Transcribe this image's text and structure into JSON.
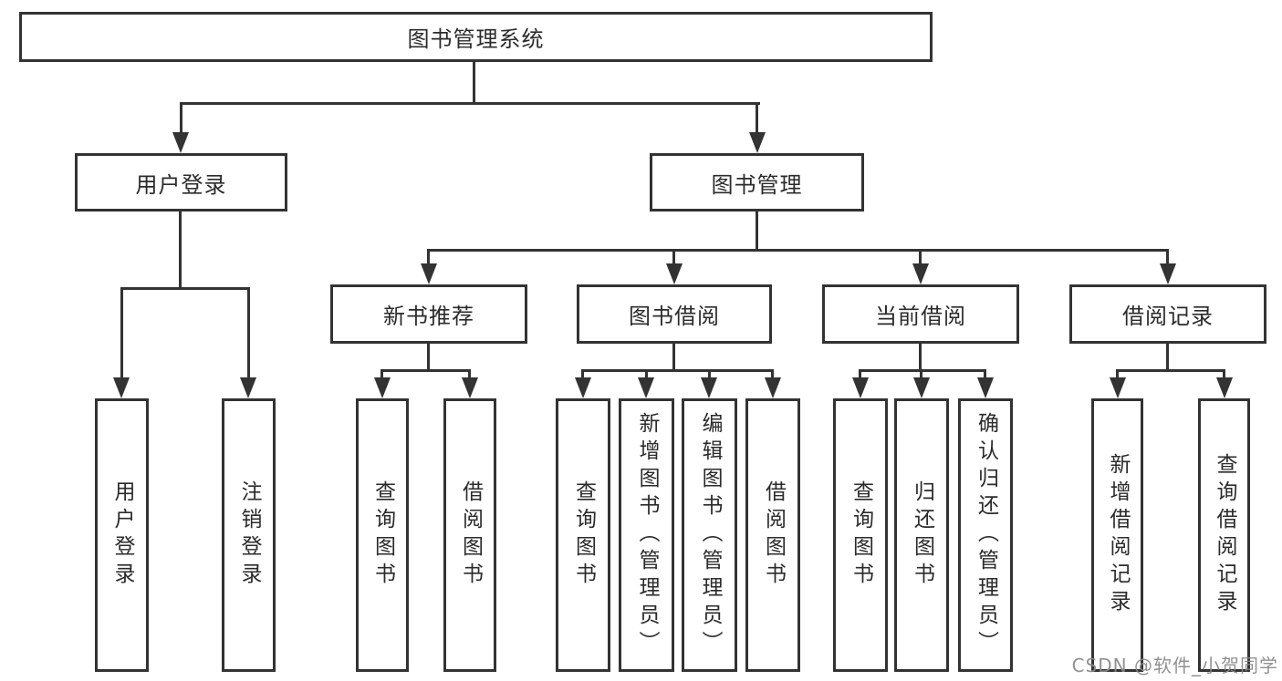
{
  "diagram": {
    "tree": {
      "label": "图书管理系统",
      "children": [
        {
          "label": "用户登录",
          "children": [
            {
              "label": "用户登录"
            },
            {
              "label": "注销登录"
            }
          ]
        },
        {
          "label": "图书管理",
          "children": [
            {
              "label": "新书推荐",
              "children": [
                {
                  "label": "查询图书"
                },
                {
                  "label": "借阅图书"
                }
              ]
            },
            {
              "label": "图书借阅",
              "children": [
                {
                  "label": "查询图书"
                },
                {
                  "label": "新增图书（管理员）"
                },
                {
                  "label": "编辑图书（管理员）"
                },
                {
                  "label": "借阅图书"
                }
              ]
            },
            {
              "label": "当前借阅",
              "children": [
                {
                  "label": "查询图书"
                },
                {
                  "label": "归还图书"
                },
                {
                  "label": "确认归还（管理员）"
                }
              ]
            },
            {
              "label": "借阅记录",
              "children": [
                {
                  "label": "新增借阅记录"
                },
                {
                  "label": "查询借阅记录"
                }
              ]
            }
          ]
        }
      ]
    },
    "watermark": {
      "text": "CSDN @软件_小贺同学"
    },
    "colors": {
      "line": "#333333",
      "text": "#2b2b2b",
      "watermark": "#888888",
      "background": "#ffffff"
    }
  }
}
